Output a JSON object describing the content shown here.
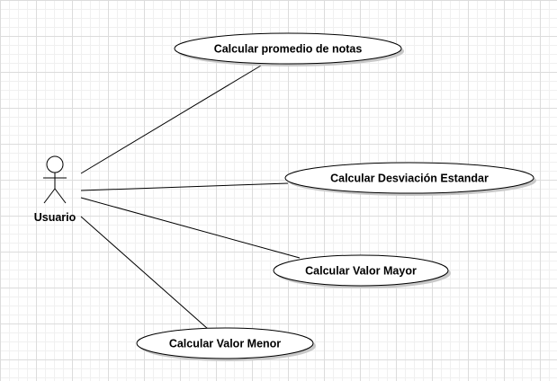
{
  "diagram": {
    "actor": {
      "name": "Usuario"
    },
    "use_cases": [
      {
        "label": "Calcular promedio de notas"
      },
      {
        "label": "Calcular Desviación Estandar"
      },
      {
        "label": "Calcular Valor Mayor"
      },
      {
        "label": "Calcular Valor Menor"
      }
    ],
    "colors": {
      "stroke": "#000000",
      "fill": "#ffffff",
      "shadow": "#c8c8c8",
      "grid": "#dcdcdc"
    }
  }
}
